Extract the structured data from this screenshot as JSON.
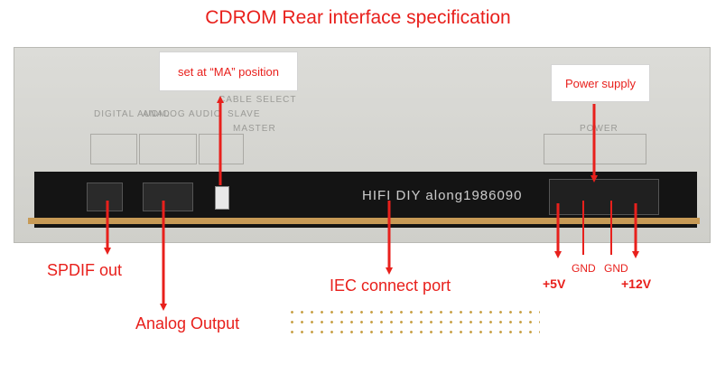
{
  "title": "CDROM Rear interface specification",
  "callouts": {
    "jumper": "set at “MA” position",
    "power": "Power supply"
  },
  "labels": {
    "spdif": "SPDIF out",
    "analog": "Analog Output",
    "iec": "IEC connect port",
    "plus5": "+5V",
    "gnd1": "GND",
    "gnd2": "GND",
    "plus12": "+12V"
  },
  "panel_text": {
    "digital_audio": "DIGITAL AUDIO",
    "analog_audio": "ANALOG AUDIO",
    "cable_select": "CABLE SELECT",
    "slave": "SLAVE",
    "master": "MASTER",
    "power": "POWER",
    "watermark": "HIFI DIY along1986090"
  },
  "colors": {
    "annotation": "#e8201c",
    "panel": "#d6d6d2",
    "connector": "#141414"
  }
}
